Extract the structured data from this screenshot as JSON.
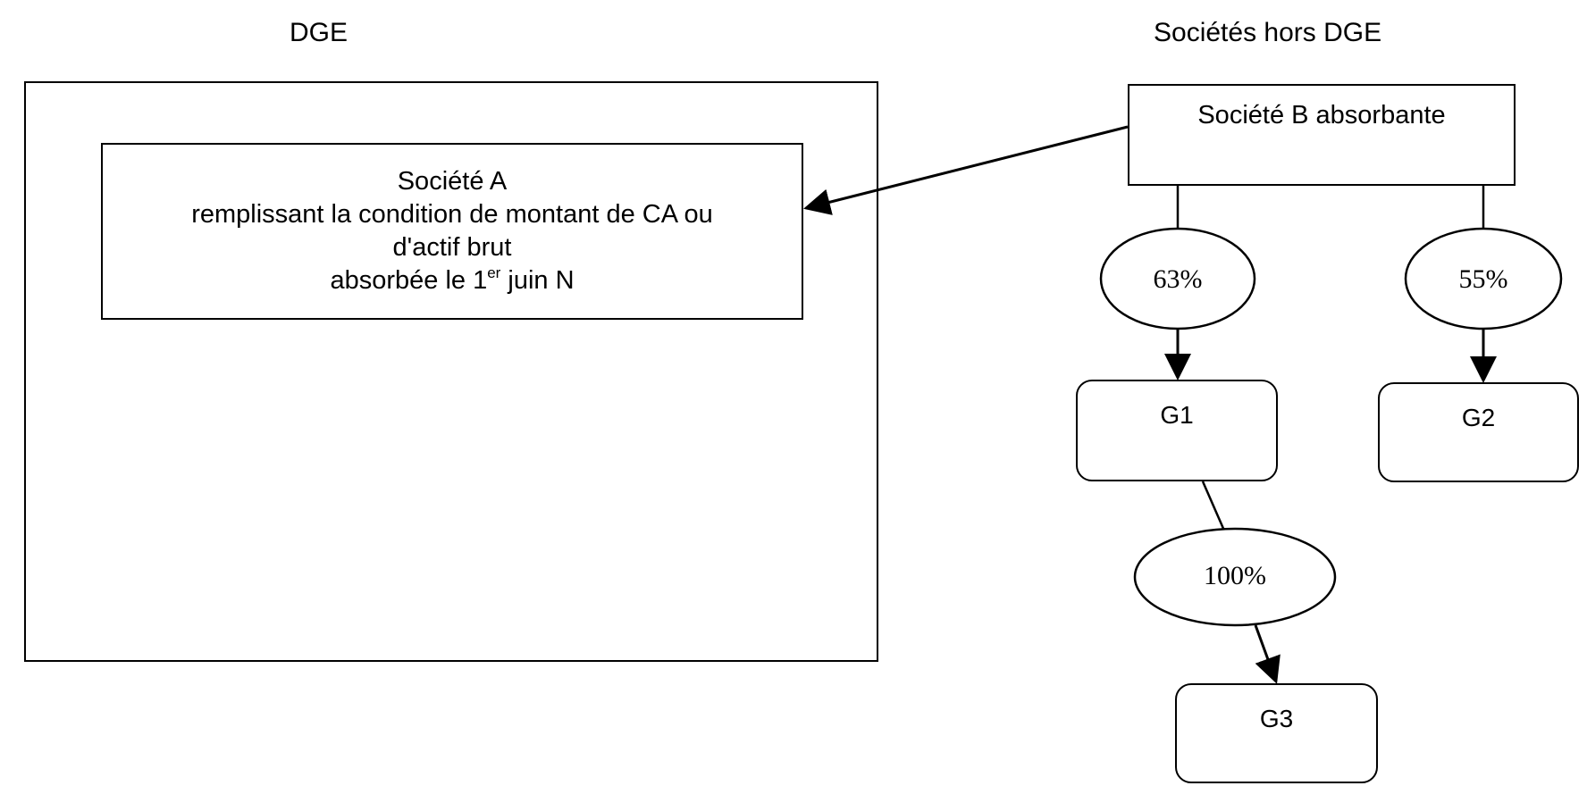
{
  "headers": {
    "left": "DGE",
    "right": "Sociétés hors DGE"
  },
  "societe_a": {
    "line1": "Société A",
    "line2": "remplissant la condition de montant de CA ou",
    "line3": "d'actif brut",
    "line4_prefix": "absorbée le 1",
    "line4_sup": "er",
    "line4_suffix": " juin N"
  },
  "societe_b": {
    "label": "Société B absorbante"
  },
  "participations": {
    "g1": "63%",
    "g2": "55%",
    "g3": "100%"
  },
  "groups": {
    "g1": "G1",
    "g2": "G2",
    "g3": "G3"
  }
}
